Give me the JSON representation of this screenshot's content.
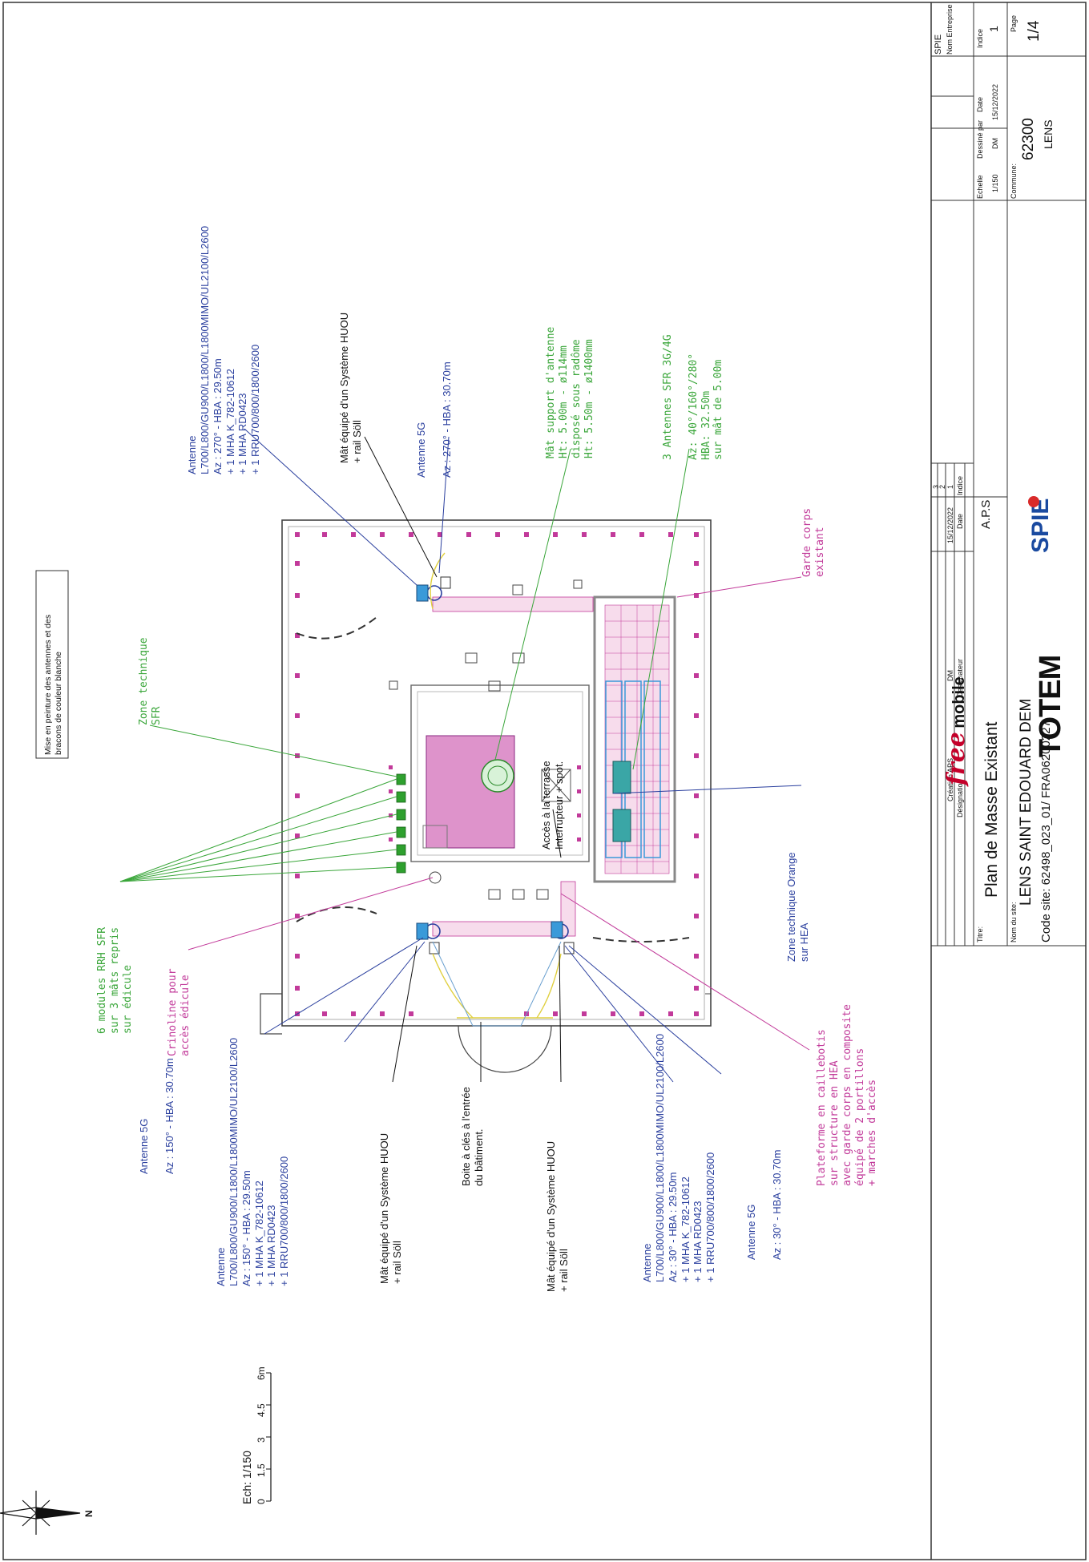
{
  "note_top": "Mise en peinture des antennes et des\nbracons de couleur blanche",
  "labels": {
    "ant_top_detail": "Antenne\nL700/L800/GU900/L1800/L1800MIMO/UL2100/L2600\nAz : 270° - HBA : 29.50m\n+ 1 MHA K_782-10612\n+ 1 MHA RD0423\n+ 1 RRU700/800/1800/2600",
    "mat_top": "Mât équipé d'un Système HUOU\n+ rail Söll",
    "ant5g_top": "Antenne 5G\n\nAz : 270° - HBA : 30.70m",
    "mat_support": "Mât support d'antenne\nHt: 5.00m - ø114mm\ndisposé sous radôme\nHt: 5.50m - ø1400mm",
    "ant_sfr": "3 Antennes SFR 3G/4G\n\nAz: 40°/160°/280°\nHBA: 32.50m\nsur mât de 5.00m",
    "garde": "Garde corps\nexistant",
    "zone_sfr": "Zone technique\nSFR",
    "zone_orange": "Zone technique Orange\nsur HEA",
    "acces": "Accès à la terrasse\nInterrupteur + spot.",
    "rrh": "6 modules RRH SFR\nsur 3 mâts repris\nsur édicule",
    "crinoline": "Crinoline pour\naccès édicule",
    "ant5g_left": "Antenne 5G\n\nAz : 150° - HBA : 30.70m",
    "ant_left_detail": "Antenne\nL700/L800/GU900/L1800/L1800MIMO/UL2100/L2600\nAz : 150° - HBA : 29.50m\n+ 1 MHA K_782-10612\n+ 1 MHA RD0423\n+ 1 RRU700/800/1800/2600",
    "mat_left": "Mât équipé d'un Système HUOU\n+ rail Söll",
    "boite": "Boite à clés à l'entrée\ndu bâtiment.",
    "mat_bottom": "Mât équipé d'un Système HUOU\n+ rail Söll",
    "ant_bottom_detail": "Antenne\nL700/L800/GU900/L1800/L1800MIMO/UL2100/L2600\nAz : 30° - HBA : 29.50m\n+ 1 MHA K_782-10612\n+ 1 MHA RD0423\n+ 1 RRU700/800/1800/2600",
    "ant5g_bottom": "Antenne 5G\n\nAz : 30° - HBA : 30.70m",
    "plateforme": "Plateforme en caillebotis\nsur structure en HEA\navec garde corps en composite\néquipé de 2 portillons\n+ marches d'accès"
  },
  "scale": {
    "label": "Ech: 1/150",
    "ticks": [
      "0",
      "1.5",
      "3",
      "4.5",
      "6m"
    ]
  },
  "north": "N",
  "title_block": {
    "rev_rows": [
      {
        "indice": "3",
        "date": "",
        "dessinateur": "",
        "designation": ""
      },
      {
        "indice": "2",
        "date": "",
        "dessinateur": "",
        "designation": ""
      },
      {
        "indice": "1",
        "date": "15/12/2022",
        "dessinateur": "DM",
        "designation": "Création APS"
      }
    ],
    "hdr_indice": "Indice",
    "hdr_date": "Date",
    "hdr_dessinateur": "Dessinateur",
    "hdr_designation": "Désignation",
    "company": "SPIE",
    "company_label": "Nom Entreprise",
    "phase": "A.P.S",
    "titre_label": "Titre:",
    "titre": "Plan de Masse Existant",
    "echelle_label": "Echelle",
    "echelle": "1/150",
    "dessine_label": "Dessiné par",
    "dessine": "DM",
    "date_label": "Date",
    "date": "15/12/2022",
    "indice_label": "Indice",
    "indice": "1",
    "site_label": "Nom du site:",
    "site": "LENS SAINT EDOUARD DEM",
    "code": "Code site: 62498_023_01/ FRA06200227",
    "commune_label": "Commune:",
    "cp": "62300",
    "commune": "LENS",
    "page_label": "Page",
    "page": "1/4",
    "logo_free_a": "free",
    "logo_free_b": "mobile",
    "logo_totem": "TOTEM",
    "logo_spie": "SPIE"
  }
}
